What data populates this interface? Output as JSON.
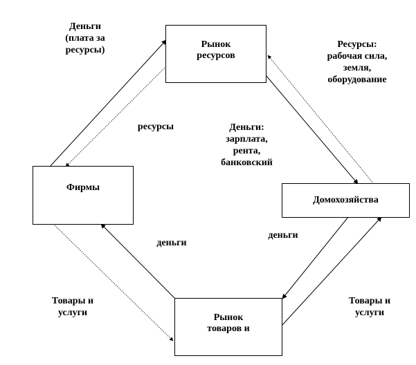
{
  "nodes": {
    "resource_market": "Рынок\nресурсов",
    "firms": "Фирмы",
    "households": "Домохозяйства",
    "goods_market": "Рынок\nтоваров и"
  },
  "labels": {
    "money_for_resources": "Деньги\n(плата за\nресурсы)",
    "resources_offer": "Ресурсы:\nрабочая сила,\nземля,\nоборудование",
    "resources": "ресурсы",
    "money_income": "Деньги:\nзарплата,\nрента,\nбанковский",
    "money_left": "деньги",
    "money_right": "деньги",
    "goods_left": "Товары и\nуслуги",
    "goods_right": "Товары и\nуслуги"
  }
}
